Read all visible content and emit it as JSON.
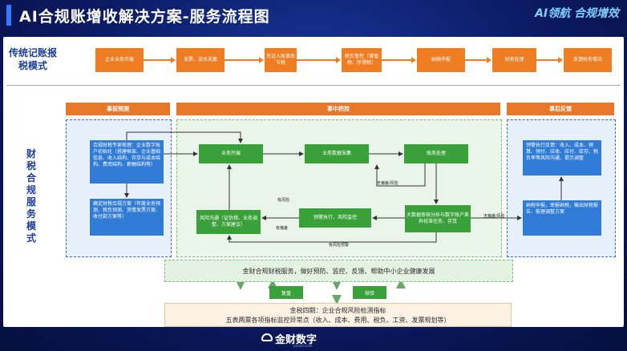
{
  "header": {
    "title": "AI合规账增收解决方案-服务流程图",
    "brand": "AI领航 合规增效"
  },
  "traditional": {
    "label": "传统记账报税模式",
    "steps": [
      "企业业务开展",
      "发票、流水采集",
      "凭证入账事后节税",
      "税负管控（增值税、所得税）",
      "纳税申报",
      "财务处理",
      "反馈财务情况"
    ]
  },
  "model": {
    "label": "财税合规服务模式",
    "phases": [
      "事前预测",
      "事中把控",
      "事后反馈"
    ],
    "pre": {
      "box1": "合规财税专家梳理：企业数字账户初始化（搭建框架、企业基础信息、收入结构、存货与成本结构、费用结构、薪酬结构等）",
      "box2": "确定财税合规方案（年度业务预测、税负预测、资情发票方案、收付款方案等）"
    },
    "mid": {
      "business": "业务开展",
      "data_collect": "业务数据采集",
      "acct": "账务处理",
      "bigdata": "大数据审核分析与数字账户差异校准任务、存货",
      "warning_exec": "预警执行、风险监控",
      "risk_comm": "风险沟通（证伪错、业务调整、方案建议）"
    },
    "post": {
      "box1": "预警执行反馈：收入、成本、预算、预付、应收、应付、库存、税负率等风险沟通、提示调整",
      "box2": "纳税申报，审报纳税，输出财税报告、梳理调整方案"
    },
    "edge_labels": {
      "no_risk_1": "无偏差/风险",
      "has_risk_1": "有风险",
      "has_dev": "有偏差",
      "risk_warn": "有风险预警",
      "no_risk_2": "无偏差/风险"
    }
  },
  "banner": "金财合规财税服务，做好预防、监控、反馈、帮助中小企业健康发展",
  "feedback_buttons": [
    "复盘",
    "核验"
  ],
  "bottom": {
    "line1": "金税四期：企业合规风险检测指标",
    "line2": "五表两票各项指标监控异常点（收入、成本、费用、税负、工资、发票规划等）"
  },
  "footer": {
    "logo": "金财数字",
    "sub": "jcshuzi.com"
  }
}
